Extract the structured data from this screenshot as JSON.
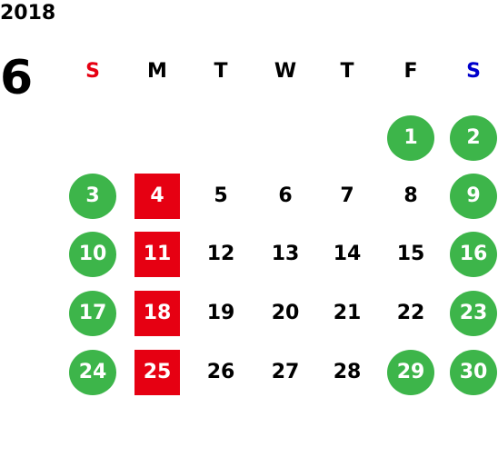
{
  "calendar": {
    "year": "2018",
    "month": "6",
    "weekdays": [
      {
        "label": "S",
        "color": "#e60012"
      },
      {
        "label": "M",
        "color": "#000000"
      },
      {
        "label": "T",
        "color": "#000000"
      },
      {
        "label": "W",
        "color": "#000000"
      },
      {
        "label": "T",
        "color": "#000000"
      },
      {
        "label": "F",
        "color": "#000000"
      },
      {
        "label": "S",
        "color": "#0000cc"
      }
    ],
    "colors": {
      "holiday_green": "#3db54a",
      "closed_red": "#e60012"
    },
    "weeks": [
      [
        null,
        null,
        null,
        null,
        null,
        {
          "day": "1",
          "style": "green-circle"
        },
        {
          "day": "2",
          "style": "green-circle"
        }
      ],
      [
        {
          "day": "3",
          "style": "green-circle"
        },
        {
          "day": "4",
          "style": "red-square"
        },
        {
          "day": "5",
          "style": "plain"
        },
        {
          "day": "6",
          "style": "plain"
        },
        {
          "day": "7",
          "style": "plain"
        },
        {
          "day": "8",
          "style": "plain"
        },
        {
          "day": "9",
          "style": "green-circle"
        }
      ],
      [
        {
          "day": "10",
          "style": "green-circle"
        },
        {
          "day": "11",
          "style": "red-square"
        },
        {
          "day": "12",
          "style": "plain"
        },
        {
          "day": "13",
          "style": "plain"
        },
        {
          "day": "14",
          "style": "plain"
        },
        {
          "day": "15",
          "style": "plain"
        },
        {
          "day": "16",
          "style": "green-circle"
        }
      ],
      [
        {
          "day": "17",
          "style": "green-circle"
        },
        {
          "day": "18",
          "style": "red-square"
        },
        {
          "day": "19",
          "style": "plain"
        },
        {
          "day": "20",
          "style": "plain"
        },
        {
          "day": "21",
          "style": "plain"
        },
        {
          "day": "22",
          "style": "plain"
        },
        {
          "day": "23",
          "style": "green-circle"
        }
      ],
      [
        {
          "day": "24",
          "style": "green-circle"
        },
        {
          "day": "25",
          "style": "red-square"
        },
        {
          "day": "26",
          "style": "plain"
        },
        {
          "day": "27",
          "style": "plain"
        },
        {
          "day": "28",
          "style": "plain"
        },
        {
          "day": "29",
          "style": "green-circle"
        },
        {
          "day": "30",
          "style": "green-circle"
        }
      ]
    ]
  }
}
